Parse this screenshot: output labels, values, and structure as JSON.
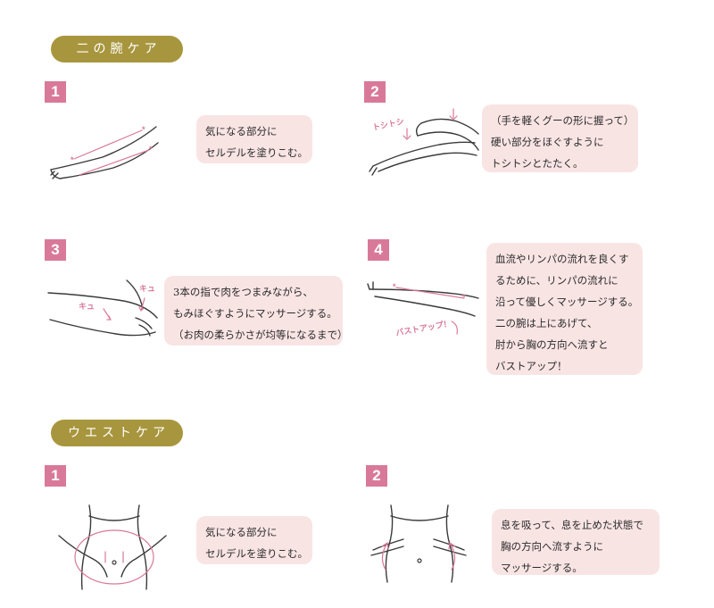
{
  "arm_care": {
    "heading": "二の腕ケア",
    "steps": [
      {
        "num": "1",
        "lines": [
          "気になる部分に",
          "セルデルを塗りこむ。"
        ]
      },
      {
        "num": "2",
        "lines": [
          "（手を軽くグーの形に握って）",
          "硬い部分をほぐすように",
          "トシトシとたたく。"
        ],
        "sfx": "トシトシ"
      },
      {
        "num": "3",
        "lines": [
          "3本の指で肉をつまみながら、",
          "もみほぐすようにマッサージする。",
          "（お肉の柔らかさが均等になるまで）"
        ],
        "sfx_left": "キュ",
        "sfx_right": "キュ"
      },
      {
        "num": "4",
        "lines": [
          "血流やリンパの流れを良くす",
          "るために、リンパの流れに",
          "沿って優しくマッサージする。",
          "二の腕は上にあげて、",
          "肘から胸の方向へ流すと",
          "バストアップ！"
        ],
        "sfx": "バストアップ！"
      }
    ]
  },
  "waist_care": {
    "heading": "ウエストケア",
    "steps": [
      {
        "num": "1",
        "lines": [
          "気になる部分に",
          "セルデルを塗りこむ。"
        ]
      },
      {
        "num": "2",
        "lines": [
          "息を吸って、息を止めた状態で",
          "胸の方向へ流すように",
          "マッサージする。"
        ]
      }
    ]
  },
  "colors": {
    "pill": "#a8963e",
    "step_badge": "#d9799a",
    "bubble": "#f9e4e4",
    "accent_pink": "#d9799a"
  }
}
